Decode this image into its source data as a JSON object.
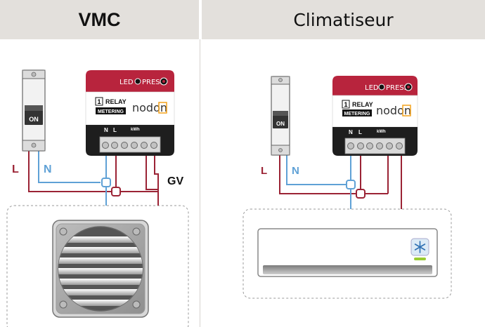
{
  "headers": {
    "left": "VMC",
    "right": "Climatiseur"
  },
  "breaker": {
    "on_label": "ON"
  },
  "module": {
    "led_label": "LED",
    "press_label": "PRESS",
    "relay_count": "1",
    "relay_label": "RELAY",
    "metering_label": "METERING",
    "brand": "nodon",
    "terminals": [
      "N",
      "L",
      "kWh"
    ]
  },
  "wires": {
    "live": "L",
    "neutral": "N",
    "gv": "GV"
  },
  "colors": {
    "live": "#9b2335",
    "neutral": "#5fa1d6",
    "module_top": "#b8243d",
    "module_base": "#1e1e1e",
    "brand_accent": "#f4a21b",
    "ac_led": "#9acd32"
  },
  "icons": {
    "left_device": "ventilation-grille-icon",
    "right_device": "air-conditioner-snowflake-icon"
  }
}
